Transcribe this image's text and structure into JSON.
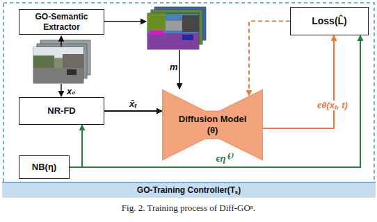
{
  "diagram": {
    "caption": "Fig. 2. Training process of Diff-GOⁿ.",
    "nodes": [
      {
        "text": [
          "GO-Semantic Extractor"
        ]
      },
      {
        "text": [
          "Loss(L̂)"
        ]
      },
      {
        "text": [
          "NR-FD"
        ]
      },
      {
        "text": [
          "Diffusion Model (θ)"
        ]
      },
      {
        "text": [
          "NB(η)"
        ]
      },
      {
        "text": [
          "GO-Training Controller(Tₛ)"
        ]
      }
    ],
    "edges": [
      {
        "from": 2,
        "to": 3,
        "arrow": "to",
        "label": "x̂ₜ"
      },
      {
        "from": 3,
        "to": 1,
        "arrow": "to",
        "label": "ϵθ(xₜ, t)"
      },
      {
        "from": 1,
        "to": 3,
        "arrow": "to"
      },
      {
        "from": 4,
        "to": 2,
        "arrow": "to"
      },
      {
        "from": 4,
        "to": 1,
        "arrow": "to",
        "label": "ϵη⁽ᵗ⁾"
      }
    ],
    "labels": [
      "m",
      "x₀"
    ]
  }
}
